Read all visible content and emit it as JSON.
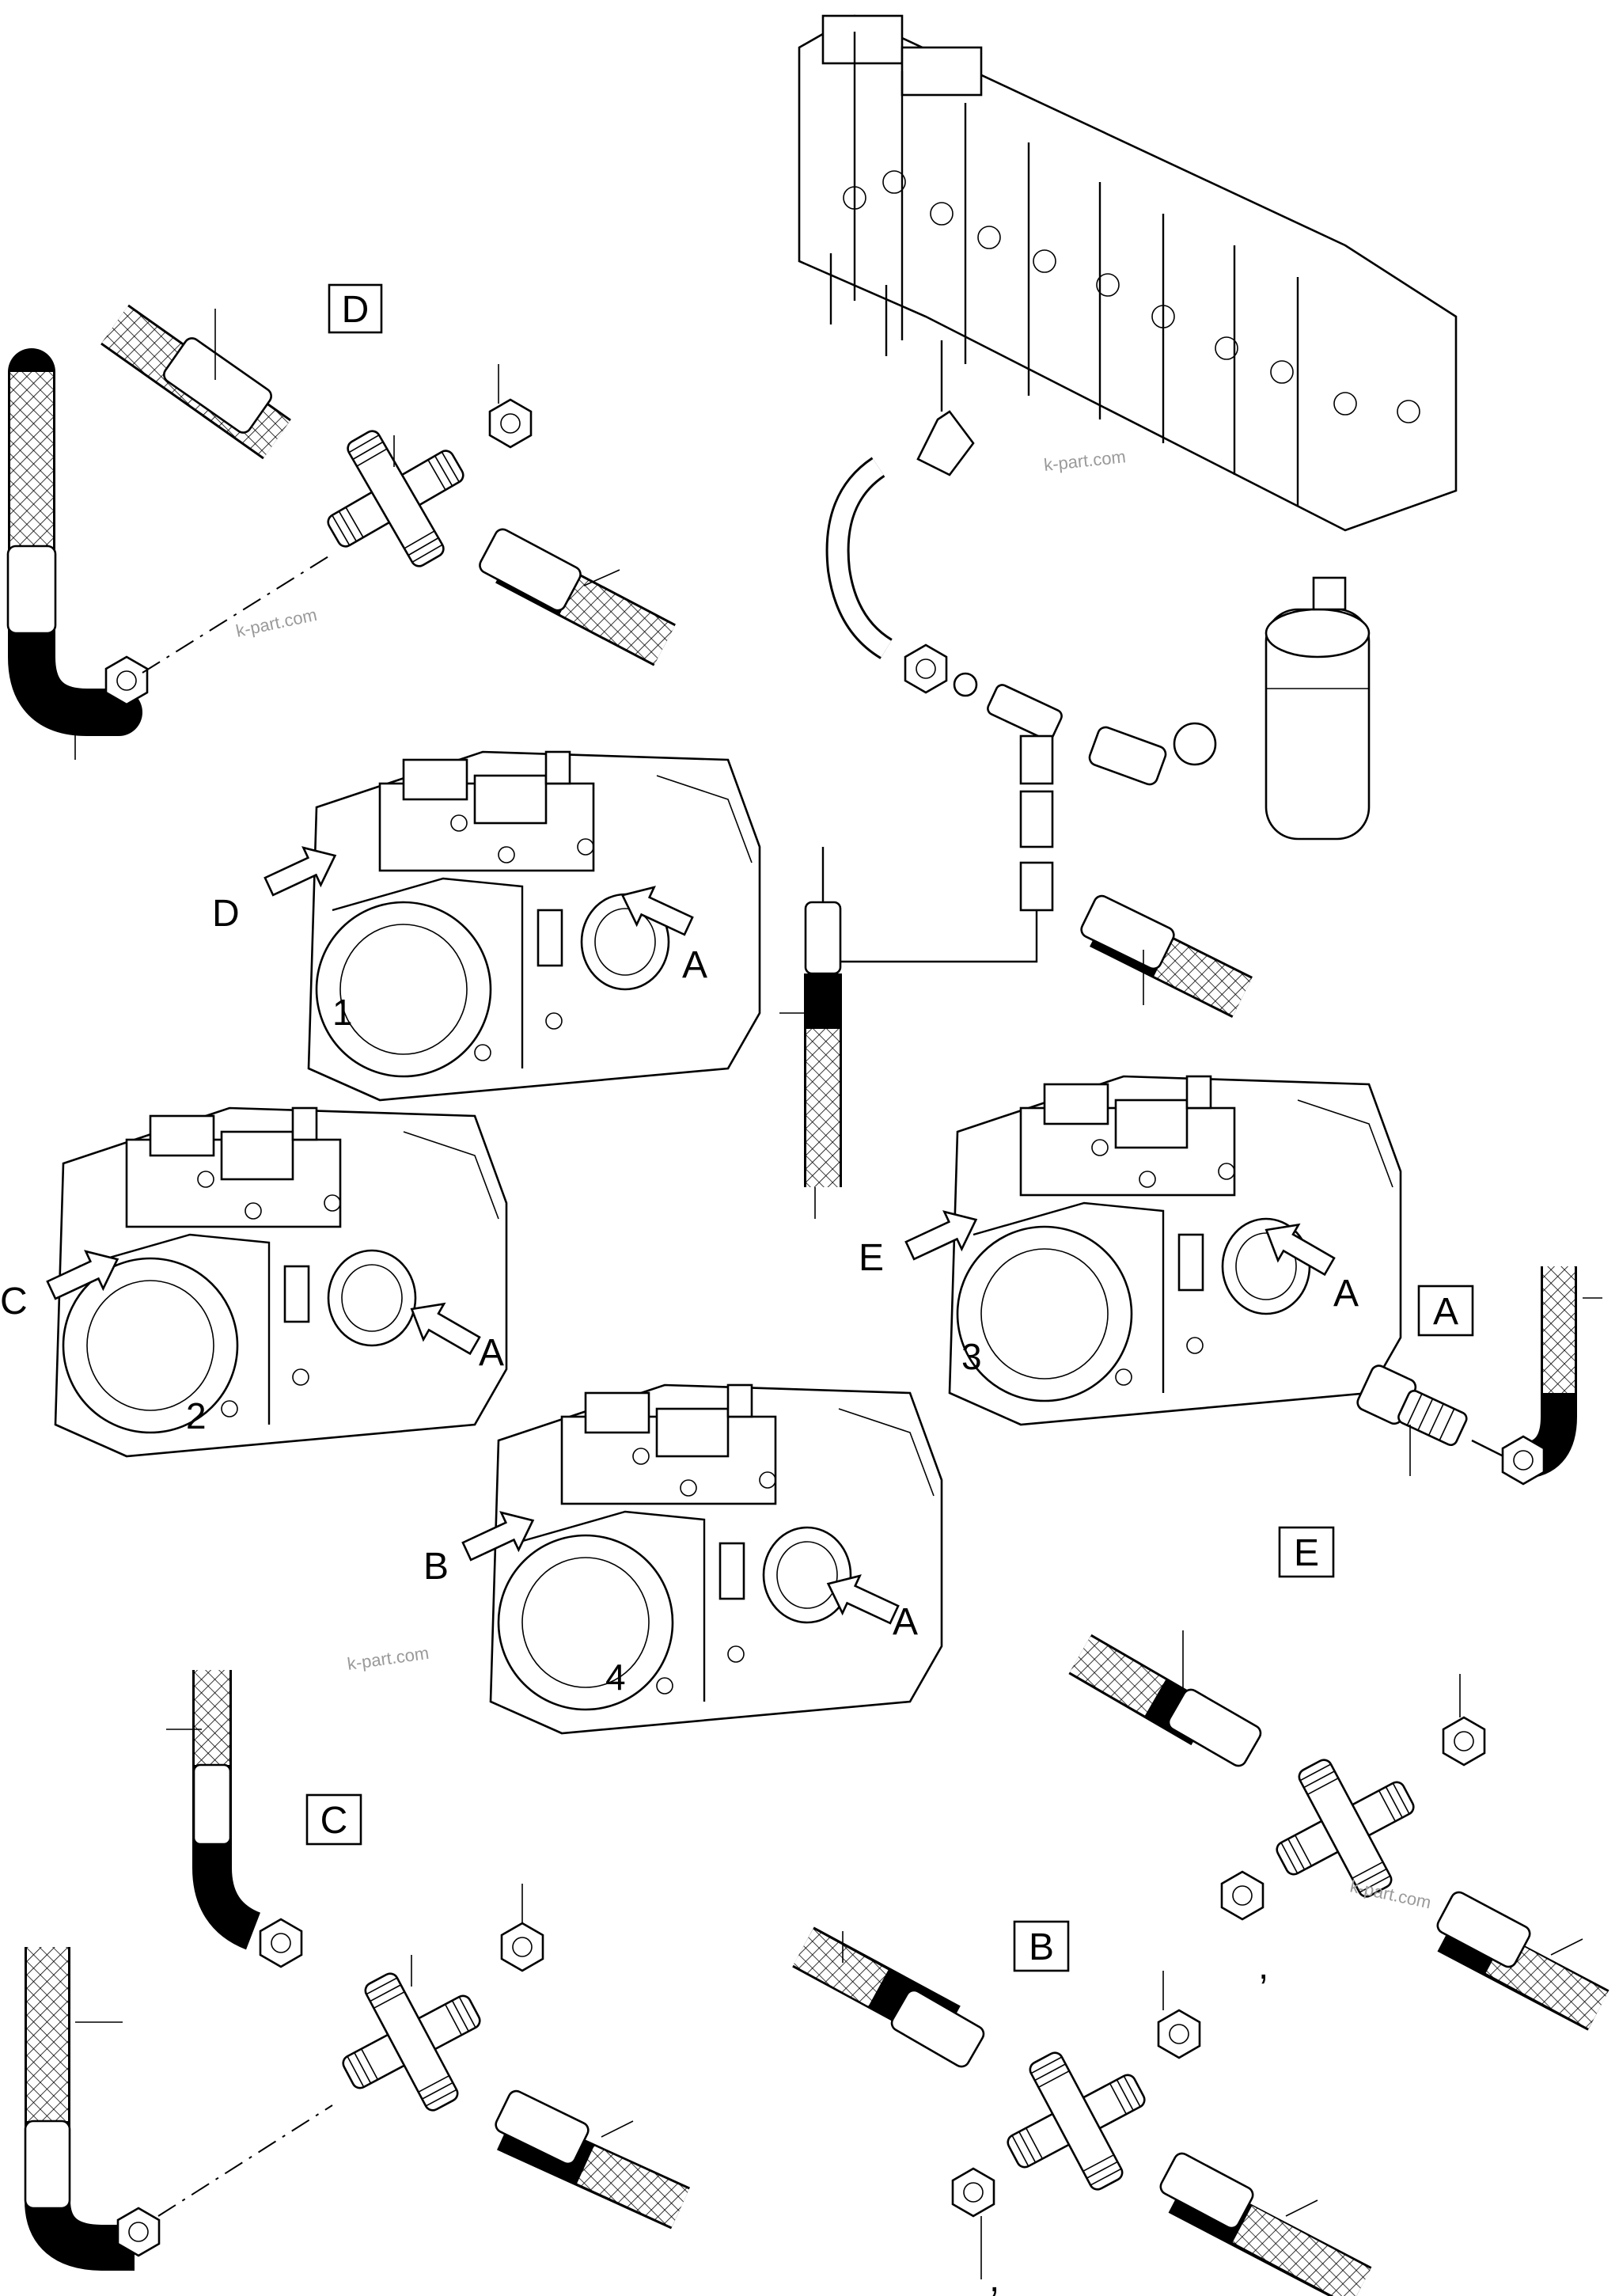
{
  "detail_boxes": {
    "D": "D",
    "A": "A",
    "E": "E",
    "C": "C",
    "B": "B"
  },
  "pump_units": [
    {
      "number": "1",
      "arrow_left": "D",
      "arrow_right": "A"
    },
    {
      "number": "2",
      "arrow_left": "C",
      "arrow_right": "A"
    },
    {
      "number": "3",
      "arrow_left": "E",
      "arrow_right": "A"
    },
    {
      "number": "4",
      "arrow_left": "B",
      "arrow_right": "A"
    }
  ],
  "watermarks": [
    "k-part.com",
    "k-part.com",
    "k-part.com",
    "k-part.com"
  ],
  "marks": [
    ",",
    ","
  ]
}
